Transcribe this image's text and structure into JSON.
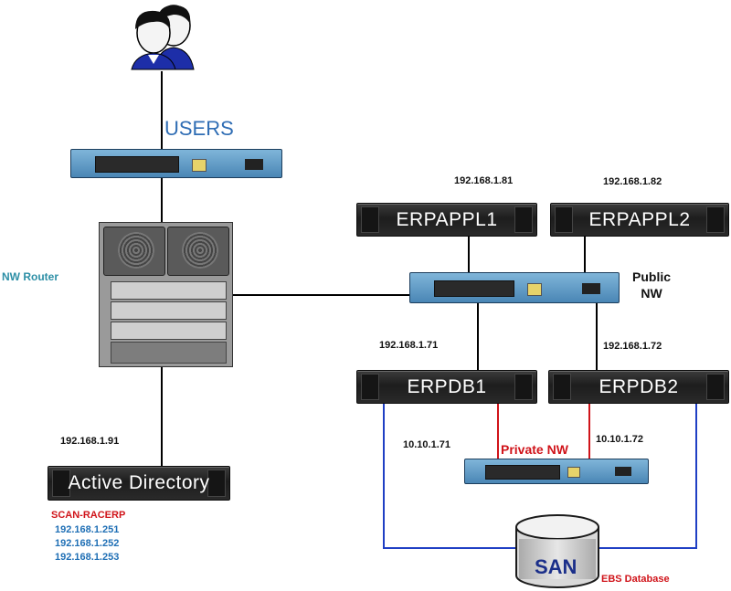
{
  "labels": {
    "users": "USERS",
    "nw_router": "NW Router",
    "public_nw": "Public\nNW",
    "private_nw": "Private NW",
    "san": "SAN",
    "ebs_database": "EBS Database",
    "scan_title": "SCAN-RACERP"
  },
  "servers": {
    "erpappl1": "ERPAPPL1",
    "erpappl2": "ERPAPPL2",
    "erpdb1": "ERPDB1",
    "erpdb2": "ERPDB2",
    "active_directory": "Active Directory"
  },
  "ips": {
    "erpappl1": "192.168.1.81",
    "erpappl2": "192.168.1.82",
    "erpdb1_public": "192.168.1.71",
    "erpdb2_public": "192.168.1.72",
    "erpdb1_private": "10.10.1.71",
    "erpdb2_private": "10.10.1.72",
    "active_directory": "192.168.1.91"
  },
  "scan_ips": [
    "192.168.1.251",
    "192.168.1.252",
    "192.168.1.253"
  ],
  "colors": {
    "public_link": "#000000",
    "private_link": "#d0141a",
    "san_link": "#1f3fc4",
    "users_label": "#2f6db4",
    "router_label": "#2d8fa6",
    "private_label": "#d0141a",
    "scan_title": "#d0141a",
    "scan_ips": "#1f6fb5"
  }
}
